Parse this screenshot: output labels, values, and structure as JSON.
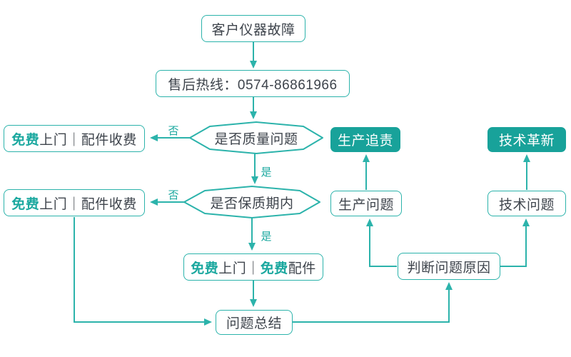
{
  "colors": {
    "line": "#2cb3ab",
    "filled_node": "#18a29a",
    "teal_text": "#1ba89f",
    "dark_text": "#3e444c"
  },
  "nodes": {
    "customer_fault": "客户仪器故障",
    "hotline": "售后热线：0574-86861966",
    "quality_decision": "是否质量问题",
    "warranty_decision": "是否保质期内",
    "free_visit_paid_1": {
      "free": "免费",
      "rest": "上门｜配件收费"
    },
    "free_visit_paid_2": {
      "free": "免费",
      "rest": "上门｜配件收费"
    },
    "free_visit_free_parts": {
      "free1": "免费",
      "mid": "上门｜",
      "free2": "免费",
      "rest": "配件"
    },
    "production_trace": "生产追责",
    "tech_innovation": "技术革新",
    "production_problem": "生产问题",
    "tech_problem": "技术问题",
    "judge_cause": "判断问题原因",
    "summary": "问题总结"
  },
  "edge_labels": {
    "no1": "否",
    "no2": "否",
    "yes1": "是",
    "yes2": "是"
  }
}
